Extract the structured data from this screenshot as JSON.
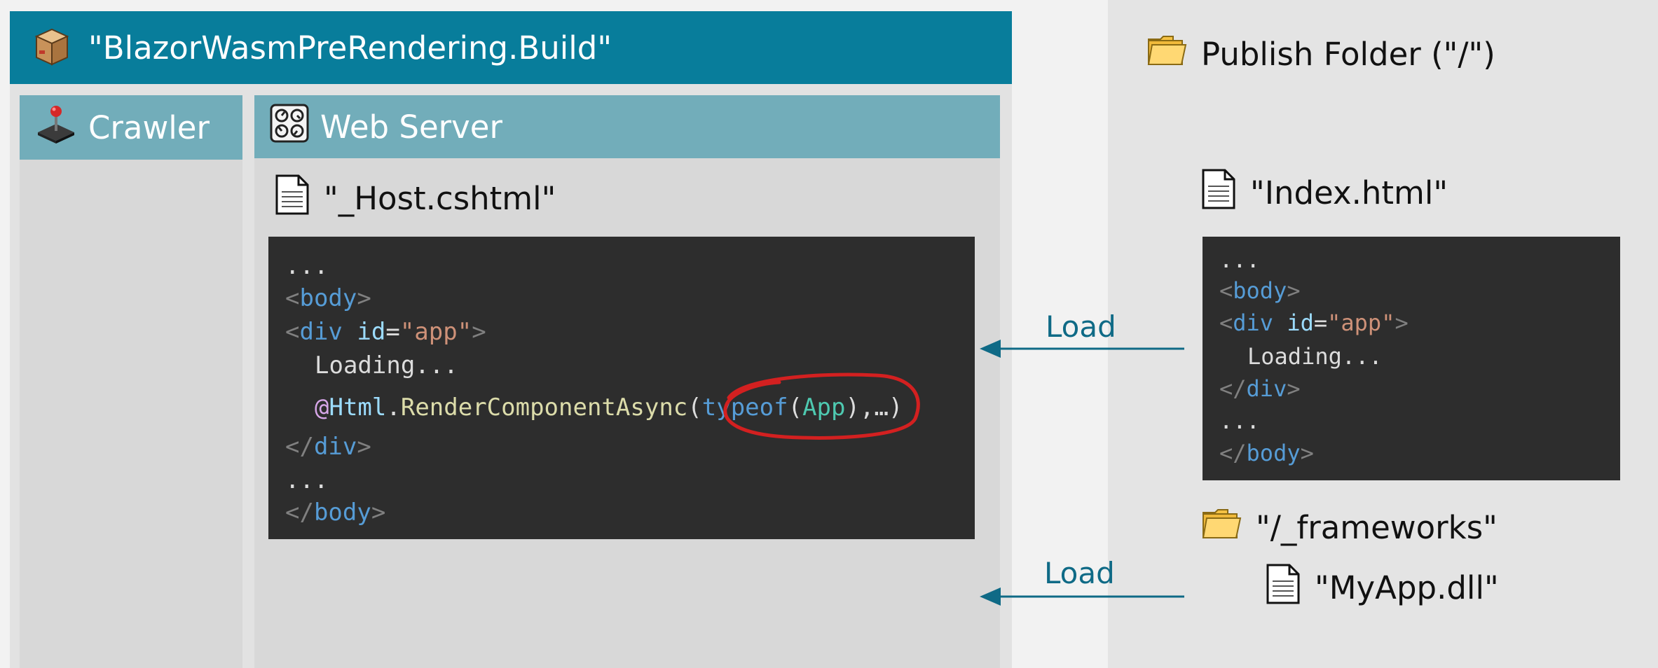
{
  "build": {
    "title": "\"BlazorWasmPreRendering.Build\"",
    "icon": "package-icon",
    "header_color": "#087d9b"
  },
  "crawler": {
    "label": "Crawler",
    "icon": "joystick-icon"
  },
  "web_server": {
    "label": "Web Server",
    "icon": "server-icon",
    "file_name": "\"_Host.cshtml\"",
    "code": {
      "l1": "...",
      "l2_tag": "body",
      "l3_tag": "div",
      "l3_attr": "id",
      "l3_value": "\"app\"",
      "l4": "Loading...",
      "l5_razor": "@",
      "l5_obj": "Html",
      "l5_method": "RenderComponentAsync",
      "l5_keyword": "typeof",
      "l5_type": "App",
      "l5_rest": ",…)",
      "l6_tag": "div",
      "l7": "...",
      "l8_tag": "body"
    }
  },
  "publish": {
    "label": "Publish Folder (\"/\")",
    "icon": "folder-icon",
    "index_file": "\"Index.html\"",
    "index_code": {
      "l1": "...",
      "l2_tag": "body",
      "l3_tag": "div",
      "l3_attr": "id",
      "l3_value": "\"app\"",
      "l4": "Loading...",
      "l5_tag": "div",
      "l6": "...",
      "l7_tag": "body"
    },
    "frameworks_folder": "\"/_frameworks\"",
    "dll_file": "\"MyApp.dll\""
  },
  "arrows": [
    {
      "label": "Load",
      "color": "#0f6a86"
    },
    {
      "label": "Load",
      "color": "#0f6a86"
    }
  ],
  "highlight_color": "#d32020"
}
